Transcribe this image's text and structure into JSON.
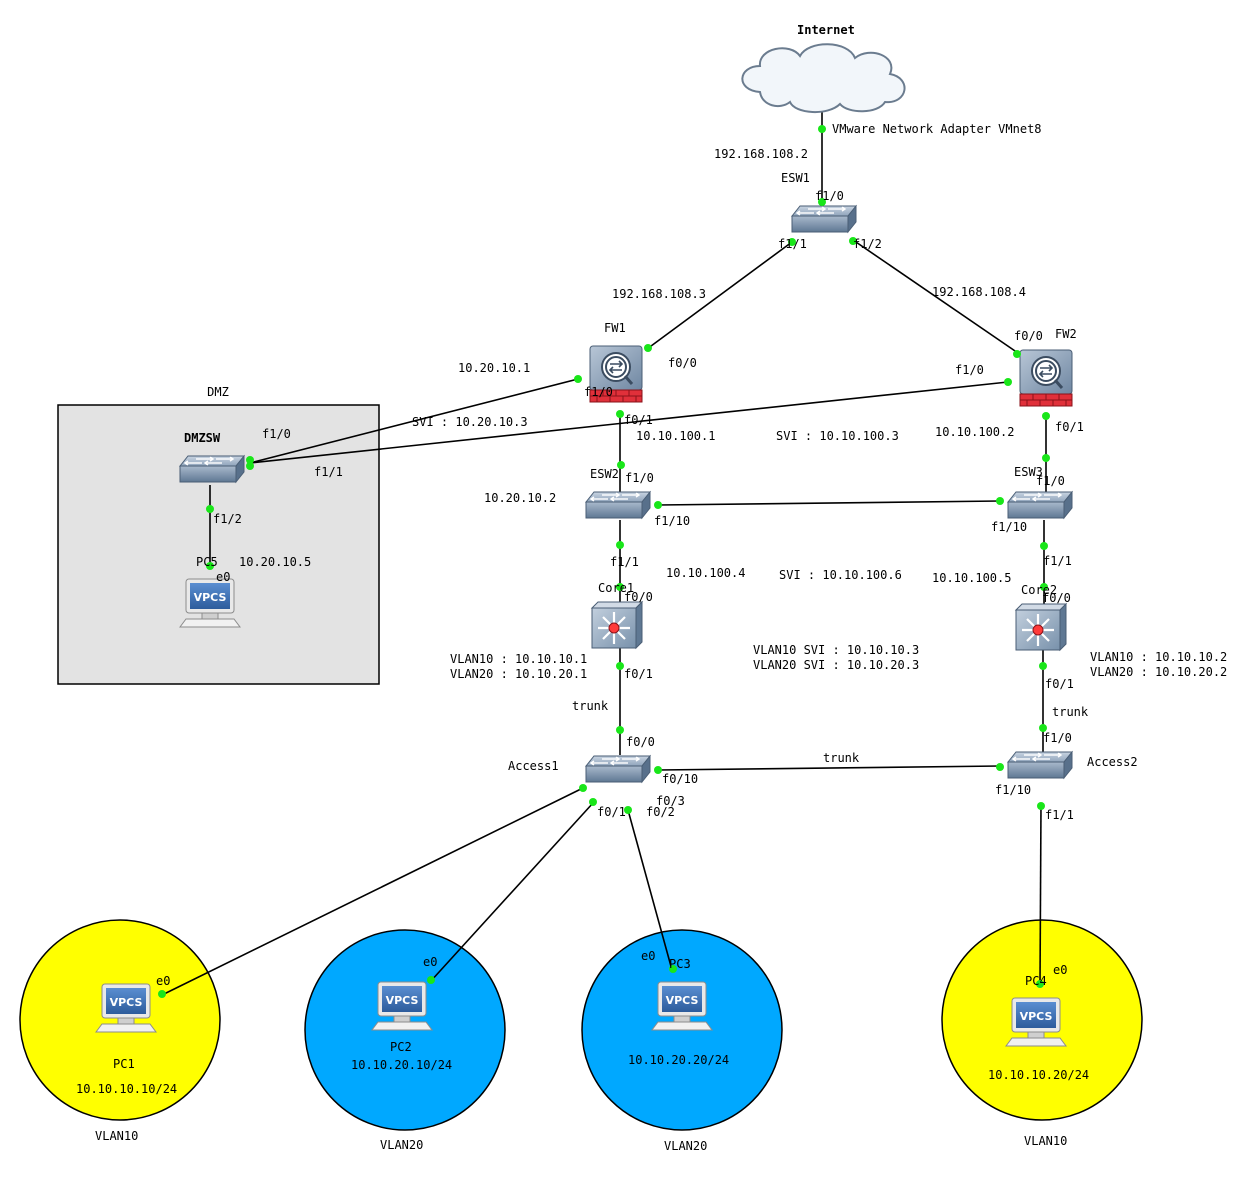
{
  "colors": {
    "vlan10_zone": "#ffff00",
    "vlan20_zone": "#00a8ff",
    "link_status_dot": "#19e619",
    "dmz_zone": "#e3e3e3"
  },
  "internet": {
    "name": "Internet",
    "adapter": "VMware Network Adapter VMnet8",
    "icon": "cloud-icon"
  },
  "dmz": {
    "title": "DMZ"
  },
  "devices": {
    "esw1": {
      "name": "ESW1",
      "icon": "switch-icon",
      "ip": "192.168.108.2",
      "p_f1_0": "f1/0",
      "p_f1_1": "f1/1",
      "p_f1_2": "f1/2"
    },
    "fw1": {
      "name": "FW1",
      "icon": "firewall-icon",
      "ip_up": "192.168.108.3",
      "ip_dmz": "10.20.10.1",
      "ip_down": "10.10.100.1",
      "p_f0_0": "f0/0",
      "p_f1_0": "f1/0",
      "p_f0_1": "f0/1"
    },
    "fw2": {
      "name": "FW2",
      "icon": "firewall-icon",
      "ip_up": "192.168.108.4",
      "ip_down": "10.10.100.2",
      "p_f0_0": "f0/0",
      "p_f1_0": "f1/0",
      "p_f0_1": "f0/1"
    },
    "dmzsw": {
      "name": "DMZSW",
      "icon": "switch-icon",
      "svi": "SVI : 10.20.10.3",
      "p_f1_0": "f1/0",
      "p_f1_1": "f1/1",
      "p_f1_2": "f1/2"
    },
    "pc5": {
      "name": "PC5",
      "icon": "vpcs-pc-icon",
      "ip": "10.20.10.5",
      "port": "e0"
    },
    "esw2": {
      "name": "ESW2",
      "icon": "switch-icon",
      "ip": "10.20.10.2",
      "ip2": "10.10.100.4",
      "p_f1_0": "f1/0",
      "p_f1_10": "f1/10",
      "p_f1_1": "f1/1"
    },
    "esw3": {
      "name": "ESW3",
      "icon": "switch-icon",
      "svi_top": "SVI : 10.10.100.3",
      "svi_mid": "SVI : 10.10.100.6",
      "ip": "10.10.100.5",
      "p_f1_0": "f1/0",
      "p_f1_10": "f1/10",
      "p_f1_1": "f1/1"
    },
    "core1": {
      "name": "Core1",
      "icon": "l3-switch-icon",
      "vlan10": "VLAN10 : 10.10.10.1",
      "vlan20": "VLAN20 : 10.10.20.1",
      "p_f0_0": "f0/0",
      "p_f0_1": "f0/1"
    },
    "core2": {
      "name": "Core2",
      "icon": "l3-switch-icon",
      "vlan10": "VLAN10 : 10.10.10.2",
      "vlan20": "VLAN20 : 10.10.20.2",
      "p_f0_0": "f0/0",
      "p_f0_1": "f0/1"
    },
    "access1": {
      "name": "Access1",
      "icon": "switch-icon",
      "p_f0_0": "f0/0",
      "p_f0_10": "f0/10",
      "p_f0_1": "f0/1",
      "p_f0_2": "f0/2",
      "p_f0_3": "f0/3"
    },
    "access2": {
      "name": "Access2",
      "icon": "switch-icon",
      "p_f1_0": "f1/0",
      "p_f1_10": "f1/10",
      "p_f1_1": "f1/1"
    }
  },
  "svi_center": {
    "vlan10": "VLAN10 SVI : 10.10.10.3",
    "vlan20": "VLAN20 SVI : 10.10.20.3"
  },
  "trunk_labels": {
    "core1_access1": "trunk",
    "access1_access2": "trunk",
    "core2_access2": "trunk"
  },
  "pcs": [
    {
      "name": "PC1",
      "ip": "10.10.10.10/24",
      "vlan": "VLAN10",
      "port": "e0",
      "icon_text": "VPCS"
    },
    {
      "name": "PC2",
      "ip": "10.10.20.10/24",
      "vlan": "VLAN20",
      "port": "e0",
      "icon_text": "VPCS"
    },
    {
      "name": "PC3",
      "ip": "10.10.20.20/24",
      "vlan": "VLAN20",
      "port": "e0",
      "icon_text": "VPCS"
    },
    {
      "name": "PC4",
      "ip": "10.10.10.20/24",
      "vlan": "VLAN10",
      "port": "e0",
      "icon_text": "VPCS"
    }
  ],
  "vpcs_icon_text": "VPCS"
}
